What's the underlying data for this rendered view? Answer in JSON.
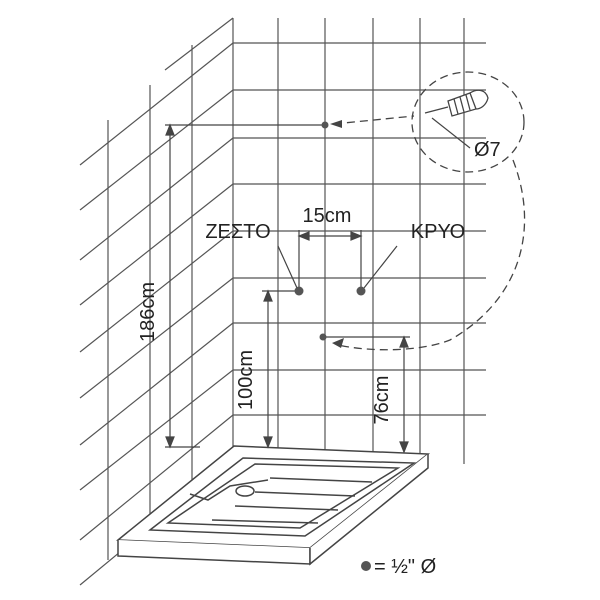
{
  "labels": {
    "hot": "ΖΕΣΤΟ",
    "cold": "ΚΡΥΟ",
    "spacing": "15cm",
    "height_shower": "186cm",
    "height_valves": "100cm",
    "height_drain_outlet": "76cm",
    "drill_diameter": "Ø7",
    "legend": "= ½\" Ø"
  },
  "icons": {
    "drill": "drill-bit-icon",
    "legend_dot": "pipe-point-icon"
  },
  "colors": {
    "line": "#444444",
    "point": "#555555",
    "text": "#222222"
  }
}
